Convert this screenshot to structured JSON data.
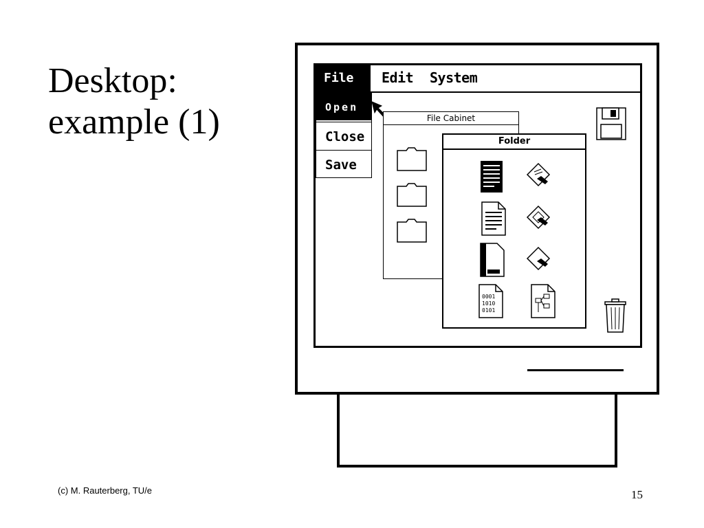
{
  "slide": {
    "title_line1": "Desktop:",
    "title_line2": "example (1)",
    "footer": "(c) M. Rauterberg, TU/e",
    "page_number": "15"
  },
  "menubar": {
    "file": "File",
    "edit": "Edit",
    "system": "System"
  },
  "file_menu": {
    "open": "Open",
    "close": "Close",
    "save": "Save"
  },
  "windows": {
    "file_cabinet_title": "File Cabinet",
    "folder_title": "Folder"
  },
  "icons": {
    "cabinet_folders": [
      "folder-icon",
      "folder-icon",
      "folder-icon"
    ],
    "folder_contents": [
      "text-document-icon",
      "drawing-document-icon",
      "page-document-icon",
      "graphics-document-icon",
      "bound-document-icon",
      "sketch-document-icon",
      "binary-document-icon",
      "chart-document-icon"
    ],
    "binary_rows": [
      "0001",
      "1010",
      "0101"
    ],
    "desktop": [
      "floppy-disk-icon",
      "trash-can-icon"
    ]
  },
  "colors": {
    "foreground": "#000000",
    "background": "#ffffff"
  }
}
